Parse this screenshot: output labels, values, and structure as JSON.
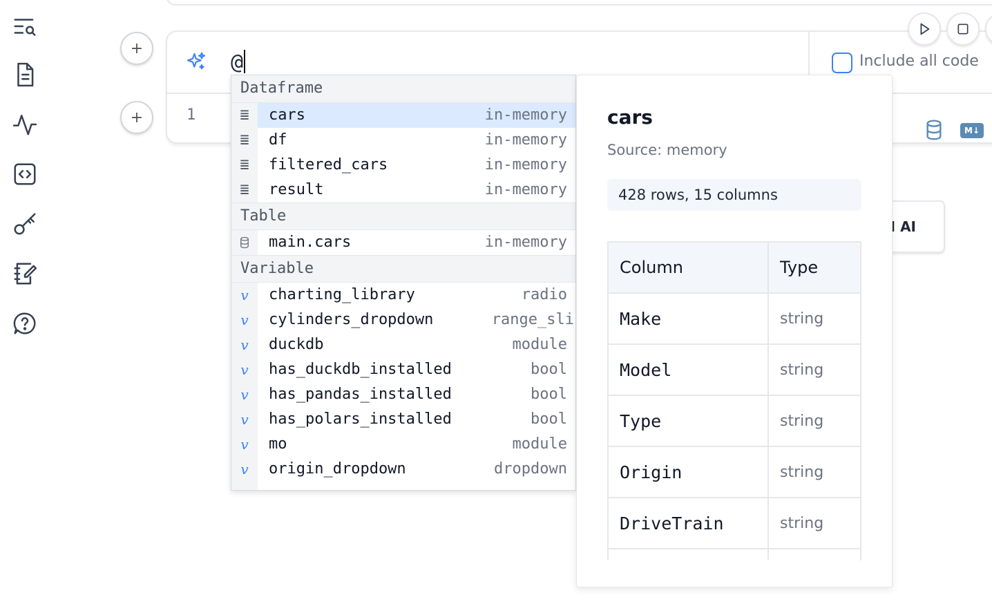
{
  "sidebar": {
    "icons": [
      "search-list-icon",
      "document-icon",
      "activity-icon",
      "code-file-icon",
      "key-icon",
      "notebook-edit-icon",
      "help-icon"
    ]
  },
  "cell": {
    "prompt_text": "@",
    "line_number": "1",
    "include_all_code_label": "Include all code",
    "ai_button_label": "I AI"
  },
  "autocomplete": {
    "sections": [
      {
        "title": "Dataframe",
        "icon": "rows-icon",
        "items": [
          {
            "name": "cars",
            "type": "in-memory",
            "selected": true
          },
          {
            "name": "df",
            "type": "in-memory"
          },
          {
            "name": "filtered_cars",
            "type": "in-memory"
          },
          {
            "name": "result",
            "type": "in-memory"
          }
        ]
      },
      {
        "title": "Table",
        "icon": "database-icon",
        "items": [
          {
            "name": "main.cars",
            "type": "in-memory"
          }
        ]
      },
      {
        "title": "Variable",
        "icon": "variable-icon",
        "items": [
          {
            "name": "charting_library",
            "type": "radio"
          },
          {
            "name": "cylinders_dropdown",
            "type": "range_sli"
          },
          {
            "name": "duckdb",
            "type": "module"
          },
          {
            "name": "has_duckdb_installed",
            "type": "bool"
          },
          {
            "name": "has_pandas_installed",
            "type": "bool"
          },
          {
            "name": "has_polars_installed",
            "type": "bool"
          },
          {
            "name": "mo",
            "type": "module"
          },
          {
            "name": "origin_dropdown",
            "type": "dropdown"
          }
        ]
      }
    ]
  },
  "info": {
    "title": "cars",
    "source": "Source: memory",
    "summary": "428 rows, 15 columns",
    "table_headers": [
      "Column",
      "Type"
    ],
    "columns": [
      {
        "name": "Make",
        "type": "string"
      },
      {
        "name": "Model",
        "type": "string"
      },
      {
        "name": "Type",
        "type": "string"
      },
      {
        "name": "Origin",
        "type": "string"
      },
      {
        "name": "DriveTrain",
        "type": "string"
      }
    ]
  },
  "colors": {
    "accent": "#3b82f6",
    "selected_row": "#dbeafe",
    "muted_text": "#6b7280"
  }
}
